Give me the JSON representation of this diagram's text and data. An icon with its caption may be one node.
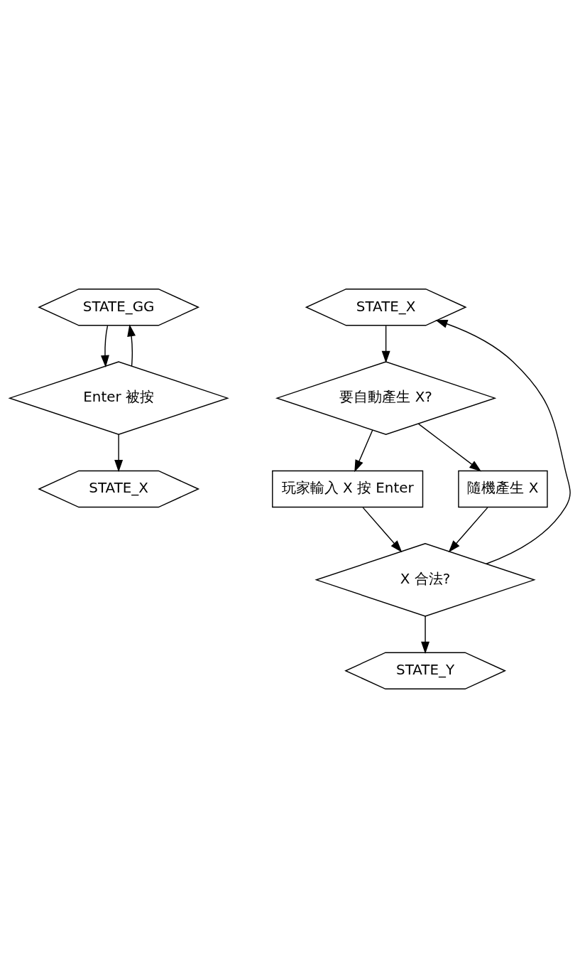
{
  "diagram": {
    "nodes": [
      {
        "text": [
          "STATE_GG"
        ]
      },
      {
        "text": [
          "Enter 被按"
        ]
      },
      {
        "text": [
          "STATE_X"
        ]
      },
      {
        "text": [
          "STATE_X"
        ]
      },
      {
        "text": [
          "要自動產生 X?"
        ]
      },
      {
        "text": [
          "玩家輸入 X 按 Enter"
        ]
      },
      {
        "text": [
          "隨機產生 X"
        ]
      },
      {
        "text": [
          "X 合法?"
        ]
      },
      {
        "text": [
          "STATE_Y"
        ]
      }
    ],
    "edges": [
      {
        "from": 0,
        "to": 1,
        "arrow": "to"
      },
      {
        "from": 1,
        "to": 0,
        "arrow": "to"
      },
      {
        "from": 1,
        "to": 2,
        "arrow": "to"
      },
      {
        "from": 3,
        "to": 4,
        "arrow": "to"
      },
      {
        "from": 4,
        "to": 5,
        "arrow": "to"
      },
      {
        "from": 4,
        "to": 6,
        "arrow": "to"
      },
      {
        "from": 5,
        "to": 7,
        "arrow": "to"
      },
      {
        "from": 6,
        "to": 7,
        "arrow": "to"
      },
      {
        "from": 7,
        "to": 3,
        "arrow": "to"
      },
      {
        "from": 7,
        "to": 8,
        "arrow": "to"
      }
    ]
  }
}
